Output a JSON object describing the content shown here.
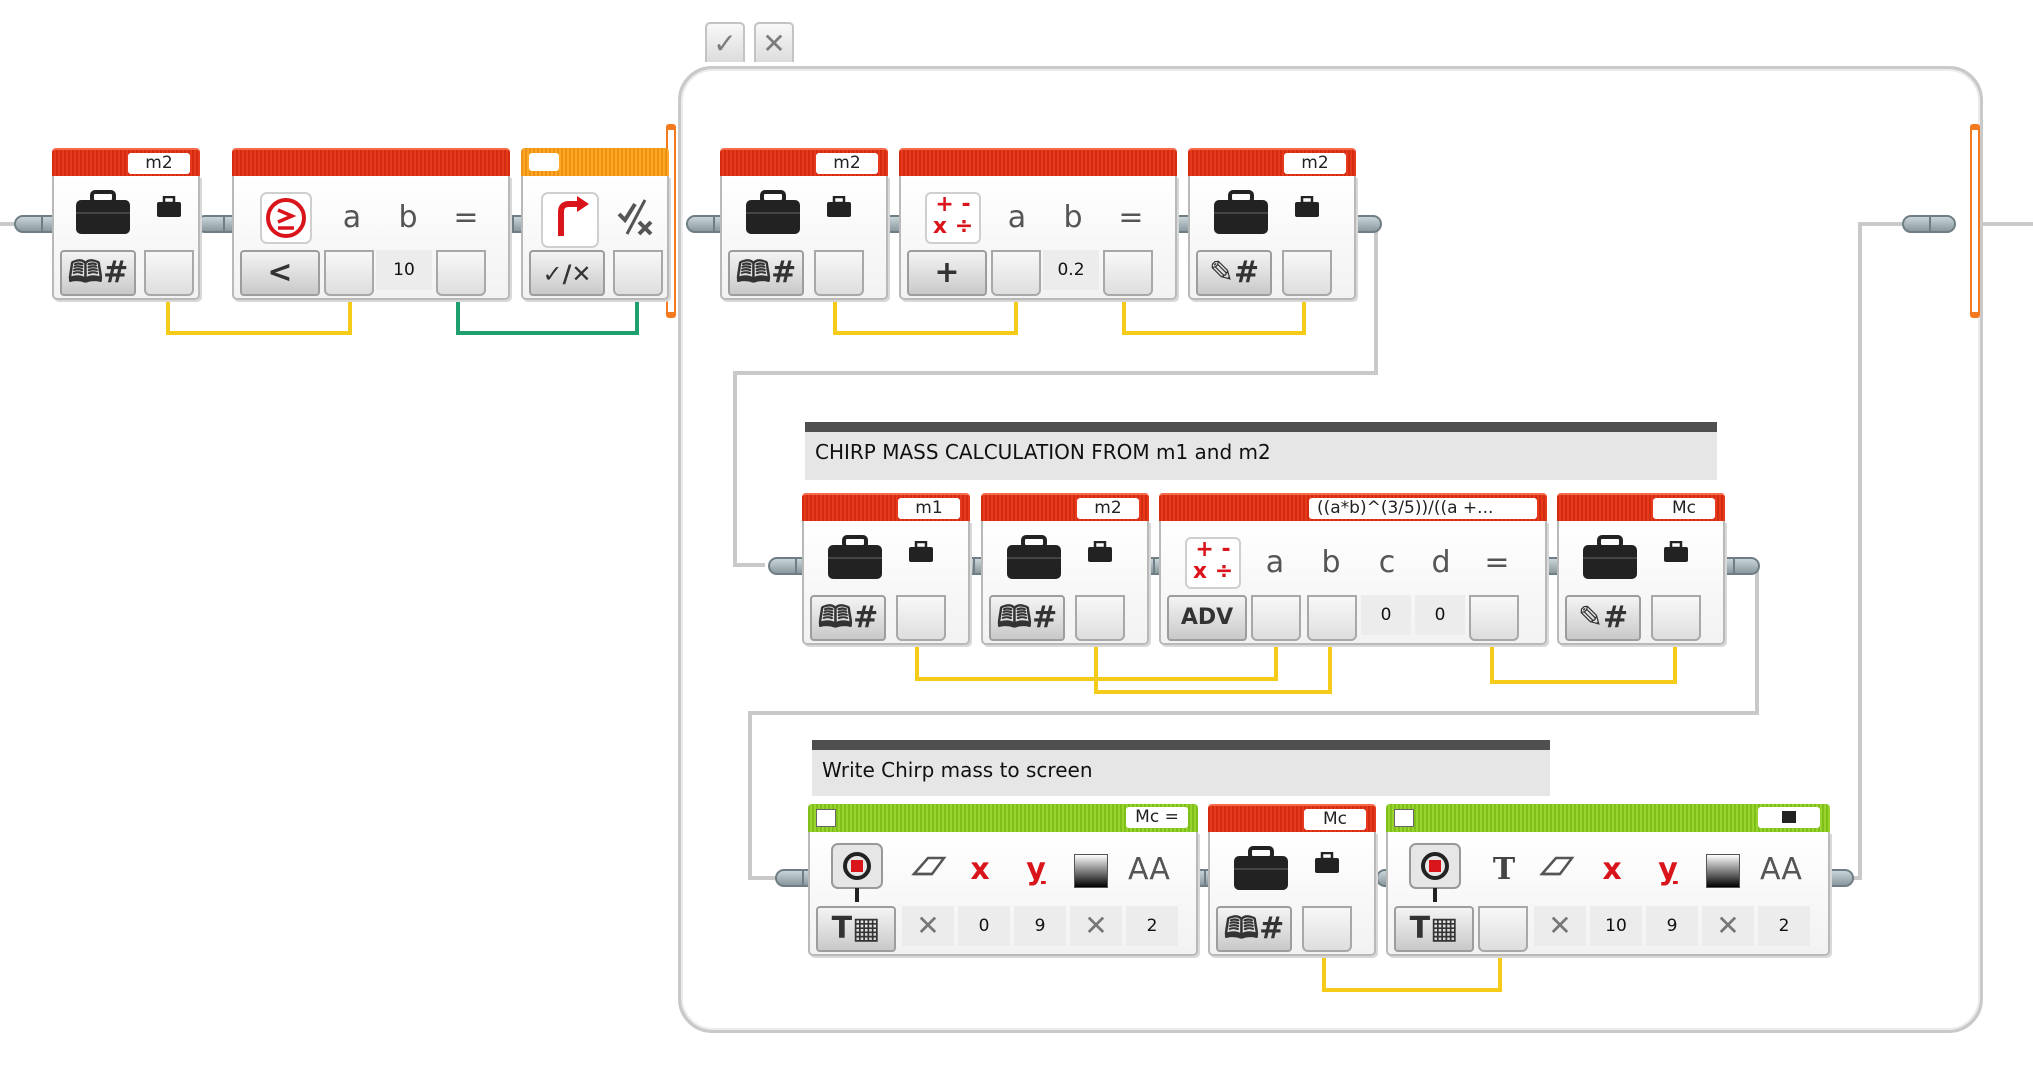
{
  "loop": {
    "check_icon": "checkmark-icon",
    "close_icon": "close-icon"
  },
  "blocks": {
    "var_read_m2_top": {
      "name": "m2",
      "mode_icon": "book-hash-icon"
    },
    "compare": {
      "op": "<",
      "input_a": "a",
      "input_b": "b",
      "output": "=",
      "value_b": "10"
    },
    "loop_interrupt": {
      "icon": "loop-interrupt-icon",
      "mode_icon": "logic-icon"
    },
    "var_read_m2_loop": {
      "name": "m2",
      "mode_icon": "book-hash-icon"
    },
    "math_add": {
      "op": "+",
      "input_a": "a",
      "input_b": "b",
      "output": "=",
      "value_b": "0.2"
    },
    "var_write_m2": {
      "name": "m2",
      "mode_icon": "pencil-hash-icon"
    },
    "var_read_m1": {
      "name": "m1"
    },
    "var_read_m2_mid": {
      "name": "m2"
    },
    "math_adv": {
      "name": "((a*b)^(3/5))/((a +...",
      "mode": "ADV",
      "input_a": "a",
      "input_b": "b",
      "input_c": "c",
      "input_d": "d",
      "output": "=",
      "value_c": "0",
      "value_d": "0"
    },
    "var_write_mc": {
      "name": "Mc"
    },
    "display_text1": {
      "name": "Mc =",
      "value_x": "0",
      "value_y": "9",
      "value_font": "2",
      "label_x": "x",
      "label_y": "y",
      "label_font": "AA"
    },
    "var_read_mc": {
      "name": "Mc"
    },
    "display_text2": {
      "name": "",
      "value_x": "10",
      "value_y": "9",
      "value_font": "2",
      "label_x": "x",
      "label_y": "y",
      "label_font": "AA"
    }
  },
  "comments": {
    "chirp_calc": "CHIRP MASS CALCULATION FROM m1 and m2",
    "write_screen": "Write Chirp mass to screen"
  },
  "colors": {
    "data_wire": "#f5cb1a",
    "logic_wire": "#1f9e6e",
    "sequence_wire": "#c9c9c9",
    "data_block": "#e03a1e",
    "flow_block": "#ffa726",
    "action_block": "#8fcb27",
    "loop_rail": "#f47a20"
  }
}
